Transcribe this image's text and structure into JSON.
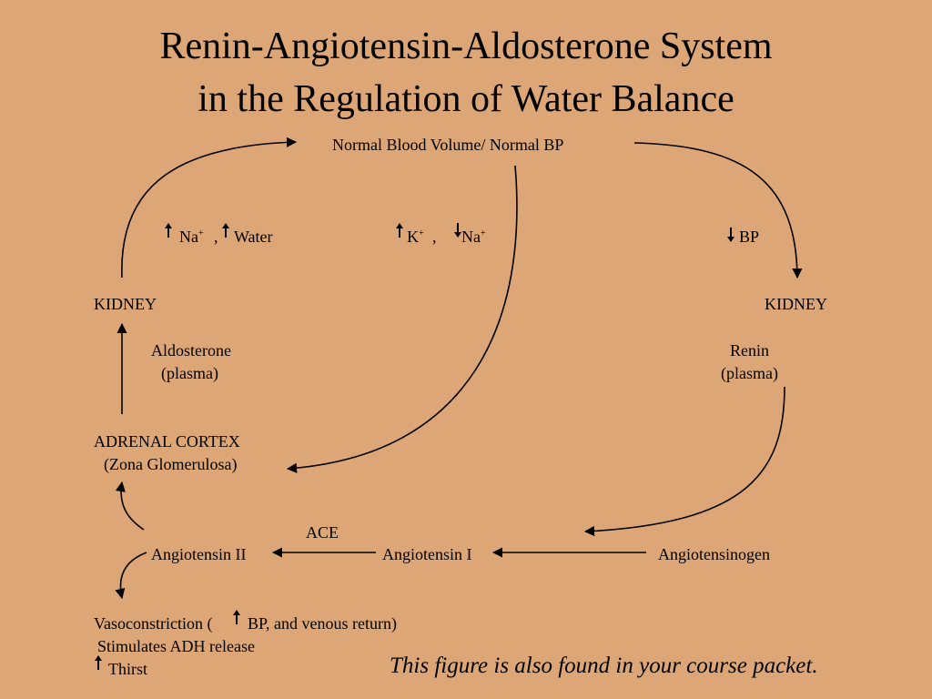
{
  "title": {
    "line1": "Renin-Angiotensin-Aldosterone System",
    "line2": "in the Regulation of Water Balance"
  },
  "nodes": {
    "normal_bp": "Normal Blood Volume/ Normal BP",
    "kidney_left": "KIDNEY",
    "kidney_right": "KIDNEY",
    "aldosterone": "Aldosterone",
    "aldosterone_sub": "(plasma)",
    "renin": "Renin",
    "renin_sub": "(plasma)",
    "adrenal": "ADRENAL CORTEX",
    "adrenal_sub": "(Zona Glomerulosa)",
    "ace": "ACE",
    "angiotensin2": "Angiotensin II",
    "angiotensin1": "Angiotensin I",
    "angiotensinogen": "Angiotensinogen"
  },
  "labels": {
    "na": "Na",
    "na_sup": "+",
    "comma": ",",
    "water": "Water",
    "k": "K",
    "k_sup": "+",
    "comma2": ",",
    "na2": "Na",
    "na2_sup": "+",
    "bp": "BP"
  },
  "effects": {
    "vaso_prefix": "Vasoconstriction (",
    "vaso_suffix": "BP, and venous return)",
    "adh": "Stimulates ADH release",
    "thirst": "Thirst"
  },
  "footnote": "This figure is also found in your course packet."
}
